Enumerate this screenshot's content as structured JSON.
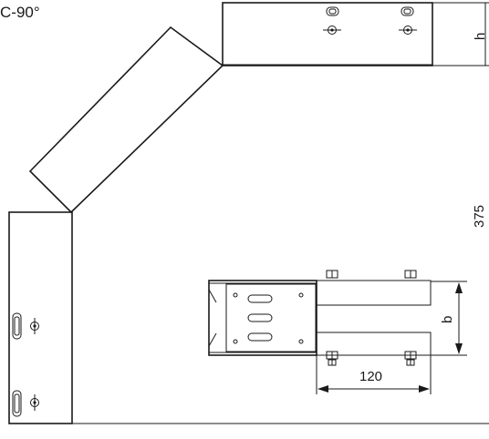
{
  "title": "C-90°",
  "dimensions": {
    "height_symbol": "h",
    "overall": "375",
    "width_symbol": "b",
    "length": "120"
  },
  "colors": {
    "line": "#1a1a1a",
    "background": "#ffffff"
  }
}
